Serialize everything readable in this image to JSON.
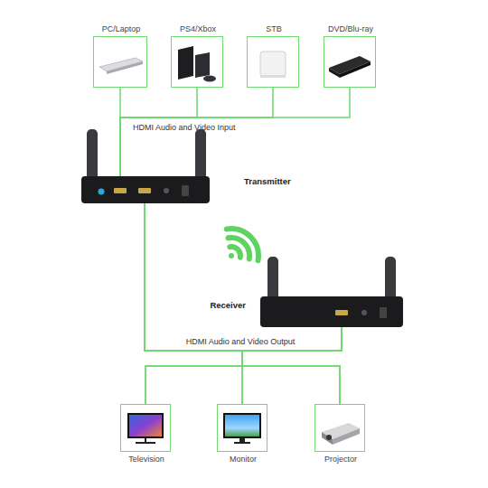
{
  "diagram": {
    "nodes": [
      {
        "text": [
          "PC/Laptop"
        ]
      },
      {
        "text": [
          "PS4/Xbox"
        ]
      },
      {
        "text": [
          "STB"
        ]
      },
      {
        "text": [
          "DVD/Blu-ray"
        ]
      },
      {
        "text": [
          "Transmitter"
        ]
      },
      {
        "text": [
          "Receiver"
        ]
      },
      {
        "text": [
          "Television"
        ]
      },
      {
        "text": [
          "Monitor"
        ]
      },
      {
        "text": [
          "Projector"
        ]
      }
    ],
    "edges": [
      {
        "from": 0,
        "to": 4,
        "arrow": "none"
      },
      {
        "from": 1,
        "to": 4,
        "arrow": "none"
      },
      {
        "from": 2,
        "to": 4,
        "arrow": "none"
      },
      {
        "from": 3,
        "to": 4,
        "arrow": "none"
      },
      {
        "from": 4,
        "to": 6,
        "arrow": "none"
      },
      {
        "from": 4,
        "to": 7,
        "arrow": "none"
      },
      {
        "from": 4,
        "to": 8,
        "arrow": "none"
      },
      {
        "from": 5,
        "to": 6,
        "arrow": "none"
      },
      {
        "from": 5,
        "to": 7,
        "arrow": "none"
      },
      {
        "from": 5,
        "to": 8,
        "arrow": "none"
      }
    ],
    "labels": [
      "HDMI Audio and Video Input",
      "HDMI Audio and Video Output"
    ]
  }
}
